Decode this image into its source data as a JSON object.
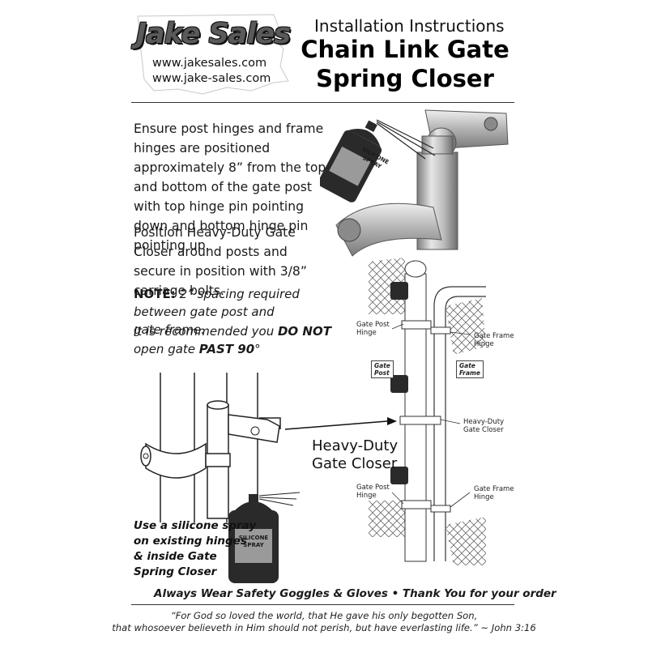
{
  "header": {
    "brand": "Jake Sales",
    "urls": [
      "www.jakesales.com",
      "www.jake-sales.com"
    ],
    "subtitle": "Installation Instructions",
    "title_line1": "Chain Link Gate",
    "title_line2": "Spring Closer"
  },
  "body": {
    "para1": "Ensure post hinges and frame hinges are positioned approximately 8” from the top and bottom of the gate post with top hinge pin pointing down and bottom hinge pin pointing up.",
    "para2": "Position Heavy-Duty Gate Closer around posts and secure in position with 3/8” carriage bolts.",
    "note_label": "NOTE:",
    "note_text": "2” spacing required between gate post and gate frame.",
    "rec_prefix": "It is recommended you ",
    "rec_bold1": "DO NOT",
    "rec_mid": " open gate ",
    "rec_bold2": "PAST 90",
    "rec_suffix": "°"
  },
  "spray_can_label": [
    "SILICONE",
    "SPRAY"
  ],
  "callout": {
    "line1": "Heavy-Duty",
    "line2": "Gate Closer"
  },
  "spray_note": [
    "Use a silicone spray",
    "on existing hinges",
    "& inside Gate",
    "Spring Closer"
  ],
  "diagram_labels": {
    "gate_post_hinge_top": [
      "Gate Post",
      "Hinge"
    ],
    "gate_frame_hinge_top": [
      "Gate Frame",
      "Hinge"
    ],
    "gate_post_tag": [
      "Gate",
      "Post"
    ],
    "gate_frame_tag": [
      "Gate",
      "Frame"
    ],
    "heavy_duty_closer": [
      "Heavy-Duty",
      "Gate Closer"
    ],
    "gate_post_hinge_bottom": [
      "Gate Post",
      "Hinge"
    ],
    "gate_frame_hinge_bottom": [
      "Gate Frame",
      "Hinge"
    ]
  },
  "footer": {
    "safety": "Always Wear Safety Goggles & Gloves  •  Thank You for your order",
    "verse_line1": "“For God so loved the world, that He gave his only begotten Son,",
    "verse_line2": "that whosoever believeth in Him should not perish, but have everlasting life.” ~ John 3:16"
  }
}
